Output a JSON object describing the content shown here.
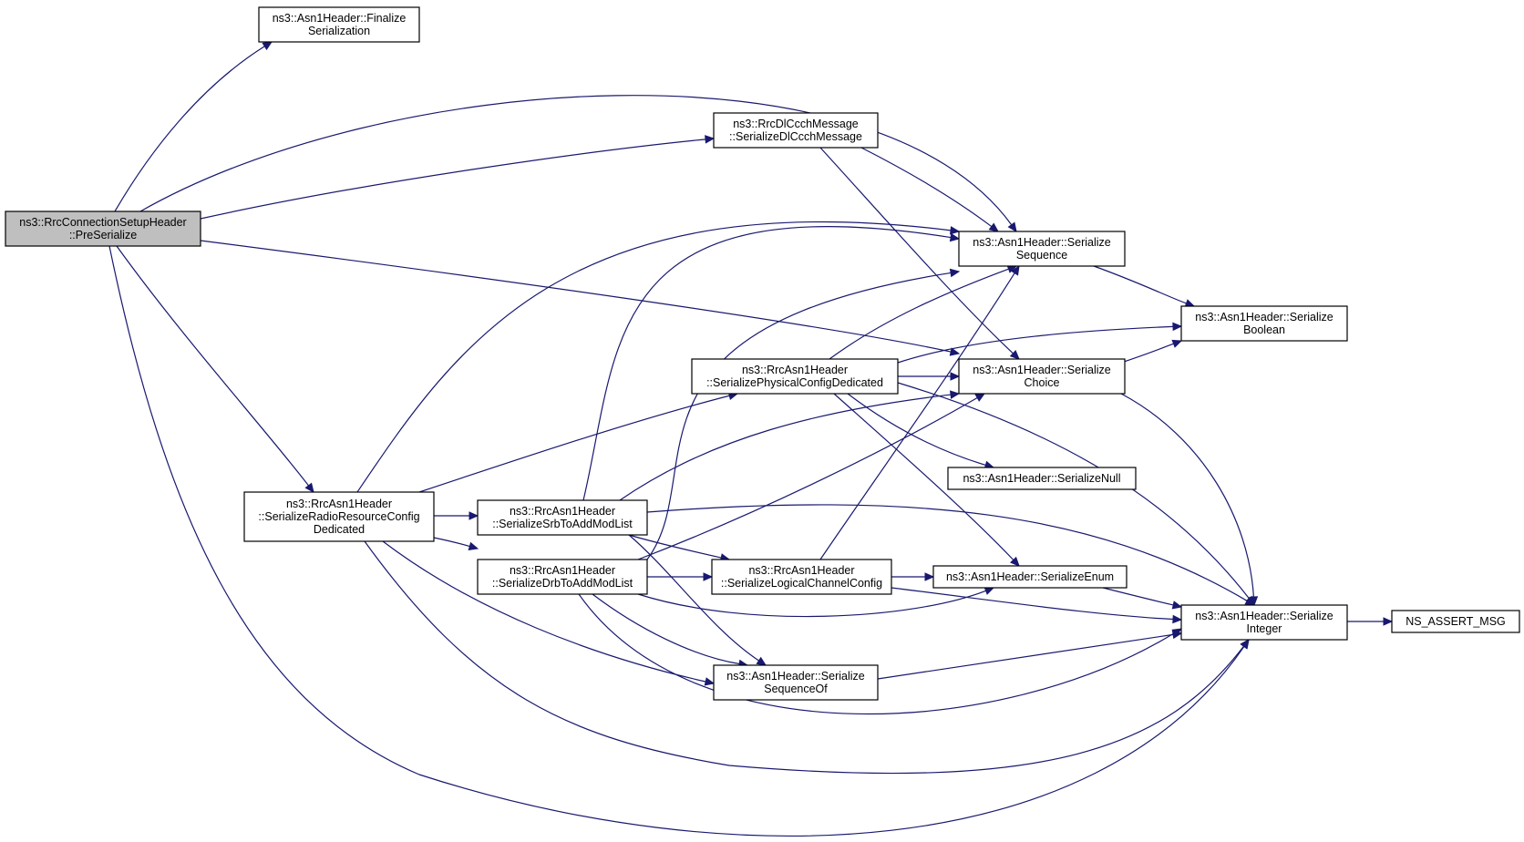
{
  "nodes": [
    {
      "id": "preserialize",
      "lines": [
        "ns3::RrcConnectionSetupHeader",
        "::PreSerialize"
      ],
      "root": true
    },
    {
      "id": "finalize",
      "lines": [
        "ns3::Asn1Header::Finalize",
        "Serialization"
      ]
    },
    {
      "id": "dlccch",
      "lines": [
        "ns3::RrcDlCcchMessage",
        "::SerializeDlCcchMessage"
      ]
    },
    {
      "id": "sequence",
      "lines": [
        "ns3::Asn1Header::Serialize",
        "Sequence"
      ]
    },
    {
      "id": "boolean",
      "lines": [
        "ns3::Asn1Header::Serialize",
        "Boolean"
      ]
    },
    {
      "id": "physcfg",
      "lines": [
        "ns3::RrcAsn1Header",
        "::SerializePhysicalConfigDedicated"
      ]
    },
    {
      "id": "choice",
      "lines": [
        "ns3::Asn1Header::Serialize",
        "Choice"
      ]
    },
    {
      "id": "null",
      "lines": [
        "ns3::Asn1Header::SerializeNull"
      ]
    },
    {
      "id": "radiores",
      "lines": [
        "ns3::RrcAsn1Header",
        "::SerializeRadioResourceConfig",
        "Dedicated"
      ]
    },
    {
      "id": "srb",
      "lines": [
        "ns3::RrcAsn1Header",
        "::SerializeSrbToAddModList"
      ]
    },
    {
      "id": "drb",
      "lines": [
        "ns3::RrcAsn1Header",
        "::SerializeDrbToAddModList"
      ]
    },
    {
      "id": "logch",
      "lines": [
        "ns3::RrcAsn1Header",
        "::SerializeLogicalChannelConfig"
      ]
    },
    {
      "id": "enum",
      "lines": [
        "ns3::Asn1Header::SerializeEnum"
      ]
    },
    {
      "id": "integer",
      "lines": [
        "ns3::Asn1Header::Serialize",
        "Integer"
      ]
    },
    {
      "id": "assert",
      "lines": [
        "NS_ASSERT_MSG"
      ]
    },
    {
      "id": "seqof",
      "lines": [
        "ns3::Asn1Header::Serialize",
        "SequenceOf"
      ]
    }
  ],
  "edges": [
    [
      "preserialize",
      "finalize"
    ],
    [
      "preserialize",
      "sequence"
    ],
    [
      "preserialize",
      "dlccch"
    ],
    [
      "preserialize",
      "choice"
    ],
    [
      "preserialize",
      "radiores"
    ],
    [
      "preserialize",
      "integer"
    ],
    [
      "dlccch",
      "sequence"
    ],
    [
      "dlccch",
      "choice"
    ],
    [
      "sequence",
      "boolean"
    ],
    [
      "physcfg",
      "sequence"
    ],
    [
      "physcfg",
      "boolean"
    ],
    [
      "physcfg",
      "choice"
    ],
    [
      "physcfg",
      "null"
    ],
    [
      "physcfg",
      "enum"
    ],
    [
      "physcfg",
      "integer"
    ],
    [
      "choice",
      "boolean"
    ],
    [
      "choice",
      "integer"
    ],
    [
      "radiores",
      "sequence"
    ],
    [
      "radiores",
      "physcfg"
    ],
    [
      "radiores",
      "srb"
    ],
    [
      "radiores",
      "drb"
    ],
    [
      "radiores",
      "seqof"
    ],
    [
      "radiores",
      "integer"
    ],
    [
      "srb",
      "sequence"
    ],
    [
      "srb",
      "choice"
    ],
    [
      "srb",
      "logch"
    ],
    [
      "srb",
      "seqof"
    ],
    [
      "srb",
      "integer"
    ],
    [
      "drb",
      "sequence"
    ],
    [
      "drb",
      "choice"
    ],
    [
      "drb",
      "logch"
    ],
    [
      "drb",
      "enum"
    ],
    [
      "drb",
      "seqof"
    ],
    [
      "drb",
      "integer"
    ],
    [
      "logch",
      "sequence"
    ],
    [
      "logch",
      "enum"
    ],
    [
      "logch",
      "integer"
    ],
    [
      "enum",
      "integer"
    ],
    [
      "seqof",
      "integer"
    ],
    [
      "integer",
      "assert"
    ]
  ]
}
